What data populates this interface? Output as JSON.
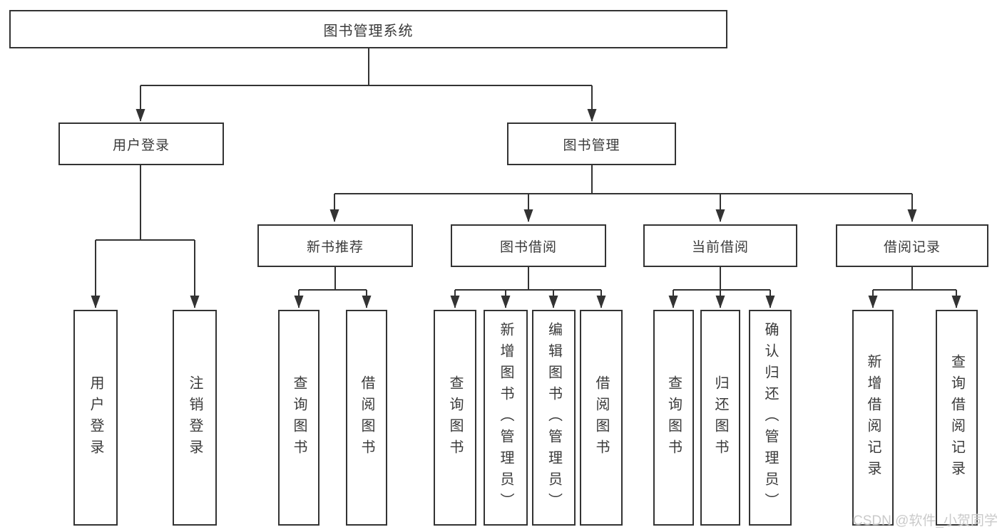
{
  "tree": {
    "root": {
      "label": "图书管理系统"
    },
    "branches": [
      {
        "label": "用户登录",
        "leaves": [
          {
            "label": "用户登录"
          },
          {
            "label": "注销登录"
          }
        ]
      },
      {
        "label": "图书管理",
        "groups": [
          {
            "label": "新书推荐",
            "leaves": [
              {
                "label": "查询图书"
              },
              {
                "label": "借阅图书"
              }
            ]
          },
          {
            "label": "图书借阅",
            "leaves": [
              {
                "label": "查询图书"
              },
              {
                "label": "新增图书（管理员）"
              },
              {
                "label": "编辑图书（管理员）"
              },
              {
                "label": "借阅图书"
              }
            ]
          },
          {
            "label": "当前借阅",
            "leaves": [
              {
                "label": "查询图书"
              },
              {
                "label": "归还图书"
              },
              {
                "label": "确认归还（管理员）"
              }
            ]
          },
          {
            "label": "借阅记录",
            "leaves": [
              {
                "label": "新增借阅记录"
              },
              {
                "label": "查询借阅记录"
              }
            ]
          }
        ]
      }
    ]
  },
  "watermark": {
    "text": "CSDN @软件_小贺同学"
  },
  "colors": {
    "line": "#333333",
    "border": "#333333",
    "text": "#3a3a3a",
    "background": "#ffffff",
    "watermark_text": "#c8c8c8"
  }
}
